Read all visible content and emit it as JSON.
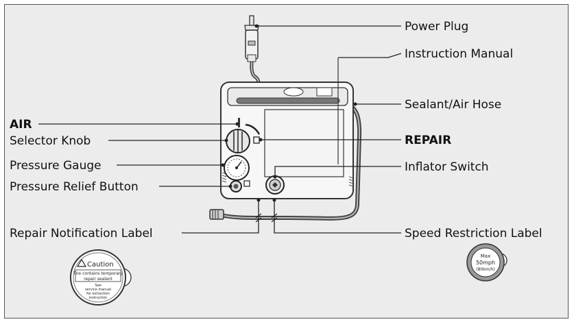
{
  "labels": {
    "power_plug": "Power Plug",
    "instruction_manual": "Instruction Manual",
    "sealant_air_hose": "Sealant/Air Hose",
    "air": "AIR",
    "selector_knob": "Selector Knob",
    "repair": "REPAIR",
    "pressure_gauge": "Pressure Gauge",
    "inflator_switch": "Inflator Switch",
    "pressure_relief_button": "Pressure Relief Button",
    "repair_notification_label": "Repair Notification Label",
    "speed_restriction_label": "Speed Restriction Label"
  },
  "caution_sticker": {
    "heading": "Caution",
    "line1": "Tire contains temporary",
    "line2": "repair sealant",
    "line3": "See",
    "line4": "service manual",
    "line5": "for extraction",
    "line6": "instruction"
  },
  "speed_sticker": {
    "line1": "Max",
    "line2": "50mph",
    "line3": "(80km/h)"
  }
}
